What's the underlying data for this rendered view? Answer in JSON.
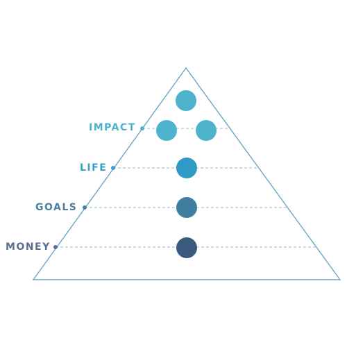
{
  "diagram": {
    "levels": [
      {
        "label": "IMPACT",
        "color": "#4db3cc",
        "dot_color": "#4db3cc",
        "dot_count": 3
      },
      {
        "label": "LIFE",
        "color": "#3a9fc4",
        "dot_color": "#2e9bc6",
        "dot_count": 1
      },
      {
        "label": "GOALS",
        "color": "#4a7fa3",
        "dot_color": "#3f7ea0",
        "dot_count": 1
      },
      {
        "label": "MONEY",
        "color": "#5b6e8f",
        "dot_color": "#3b5a7e",
        "dot_count": 1
      }
    ],
    "outline_color": "#6aa6c4",
    "guide_color": "#9bb6c8"
  }
}
